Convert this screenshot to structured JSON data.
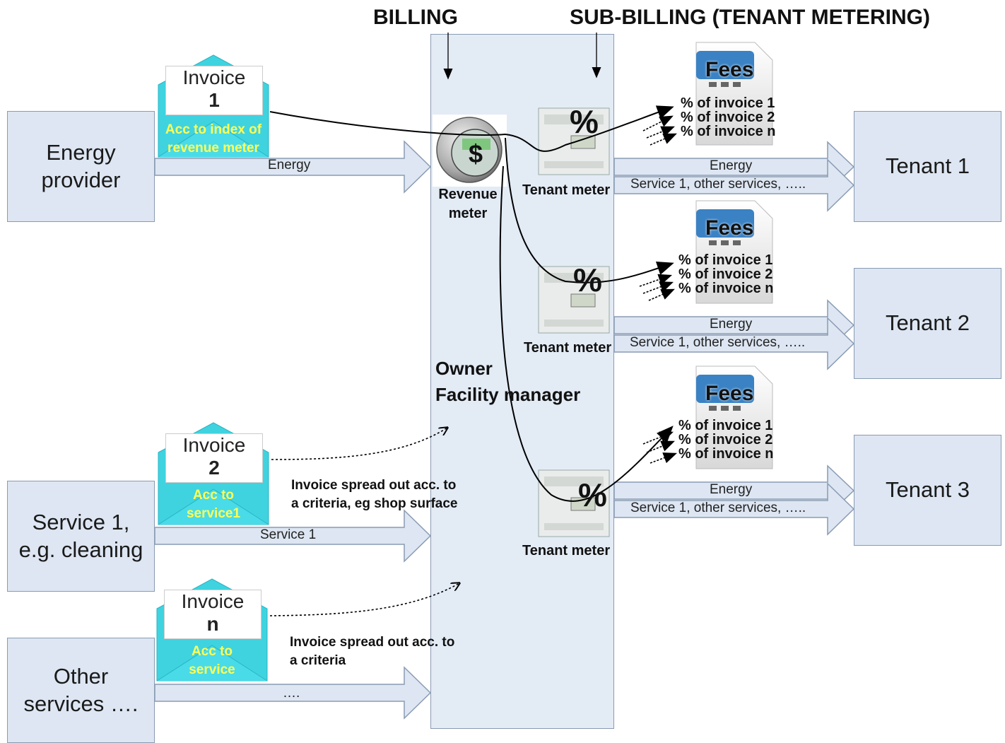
{
  "headers": {
    "billing": "BILLING",
    "sub_billing": "SUB-BILLING (TENANT METERING)"
  },
  "sources": {
    "energy_provider": "Energy\nprovider",
    "service1": "Service 1,\ne.g. cleaning",
    "other_services": "Other\nservices …."
  },
  "arrows_in": {
    "energy": "Energy",
    "service1": "Service 1",
    "other": "…."
  },
  "invoices": [
    {
      "title": "Invoice",
      "num": "1",
      "sub": "Acc to index of\nrevenue meter"
    },
    {
      "title": "Invoice",
      "num": "2",
      "sub": "Acc to\nservice1"
    },
    {
      "title": "Invoice",
      "num": "n",
      "sub": "Acc to\nservice"
    }
  ],
  "center": {
    "revenue_meter": "Revenue\nmeter",
    "owner": "Owner\nFacility  manager",
    "spread1": "Invoice spread out acc. to\na criteria, eg shop surface",
    "spread2": "Invoice spread out acc. to\na criteria",
    "tenant_meter": "Tenant meter",
    "percent": "%",
    "dollar": "$"
  },
  "fees": {
    "title": "Fees",
    "lines": [
      "% of invoice 1",
      "% of invoice 2",
      "% of invoice n"
    ]
  },
  "arrows_out": {
    "energy": "Energy",
    "services": "Service 1, other services,  ….."
  },
  "tenants": [
    "Tenant 1",
    "Tenant 2",
    "Tenant 3"
  ],
  "colors": {
    "box_fill": "#dde6f2",
    "envelope": "#3fd3e0",
    "invoice_sub_text": "#ffff55",
    "fees_tab": "#3a82c4"
  }
}
